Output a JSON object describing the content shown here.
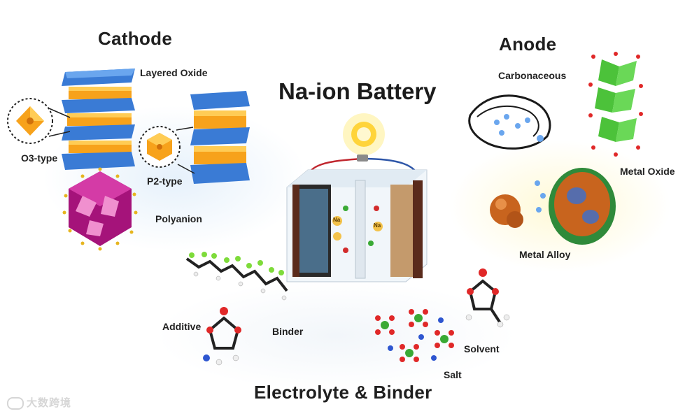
{
  "diagram": {
    "title": "Na-ion Battery",
    "cathode": {
      "heading": "Cathode",
      "labels": {
        "layered_oxide": "Layered Oxide",
        "o3_type": "O3-type",
        "p2_type": "P2-type",
        "polyanion": "Polyanion"
      }
    },
    "anode": {
      "heading": "Anode",
      "labels": {
        "carbonaceous": "Carbonaceous",
        "metal_oxide": "Metal Oxide",
        "metal_alloy": "Metal Alloy"
      }
    },
    "electrolyte": {
      "heading": "Electrolyte & Binder",
      "labels": {
        "additive": "Additive",
        "binder": "Binder",
        "solvent": "Solvent",
        "salt": "Salt"
      }
    },
    "battery": {
      "ion_label": "Na"
    },
    "watermark": "大数跨境"
  },
  "colors": {
    "octahedra_blue": "#3a7bd5",
    "octahedra_orange": "#f7a21b",
    "polyanion_magenta": "#c2188f",
    "carbon_black": "#1a1a1a",
    "metal_oxide_green": "#4cc23a",
    "alloy_orange": "#c8641e",
    "glow_yellow": "#fff7c2",
    "glow_blue": "#e3f0fb"
  }
}
